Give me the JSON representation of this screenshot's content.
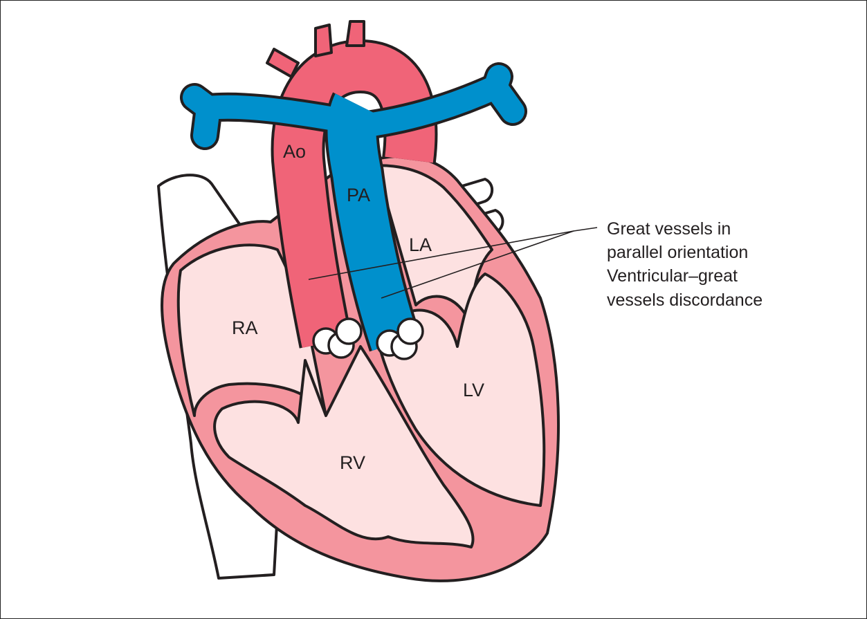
{
  "labels": {
    "ao": "Ao",
    "pa": "PA",
    "la": "LA",
    "ra": "RA",
    "lv": "LV",
    "rv": "RV"
  },
  "caption": {
    "line1": "Great vessels in",
    "line2": "parallel orientation",
    "line3": "Ventricular–great",
    "line4": "vessels discordance"
  },
  "colors": {
    "myocardium": "#f4959e",
    "chamber": "#fde1e1",
    "aorta": "#f06478",
    "pulmonary": "#0090cc",
    "outline": "#231f20"
  }
}
